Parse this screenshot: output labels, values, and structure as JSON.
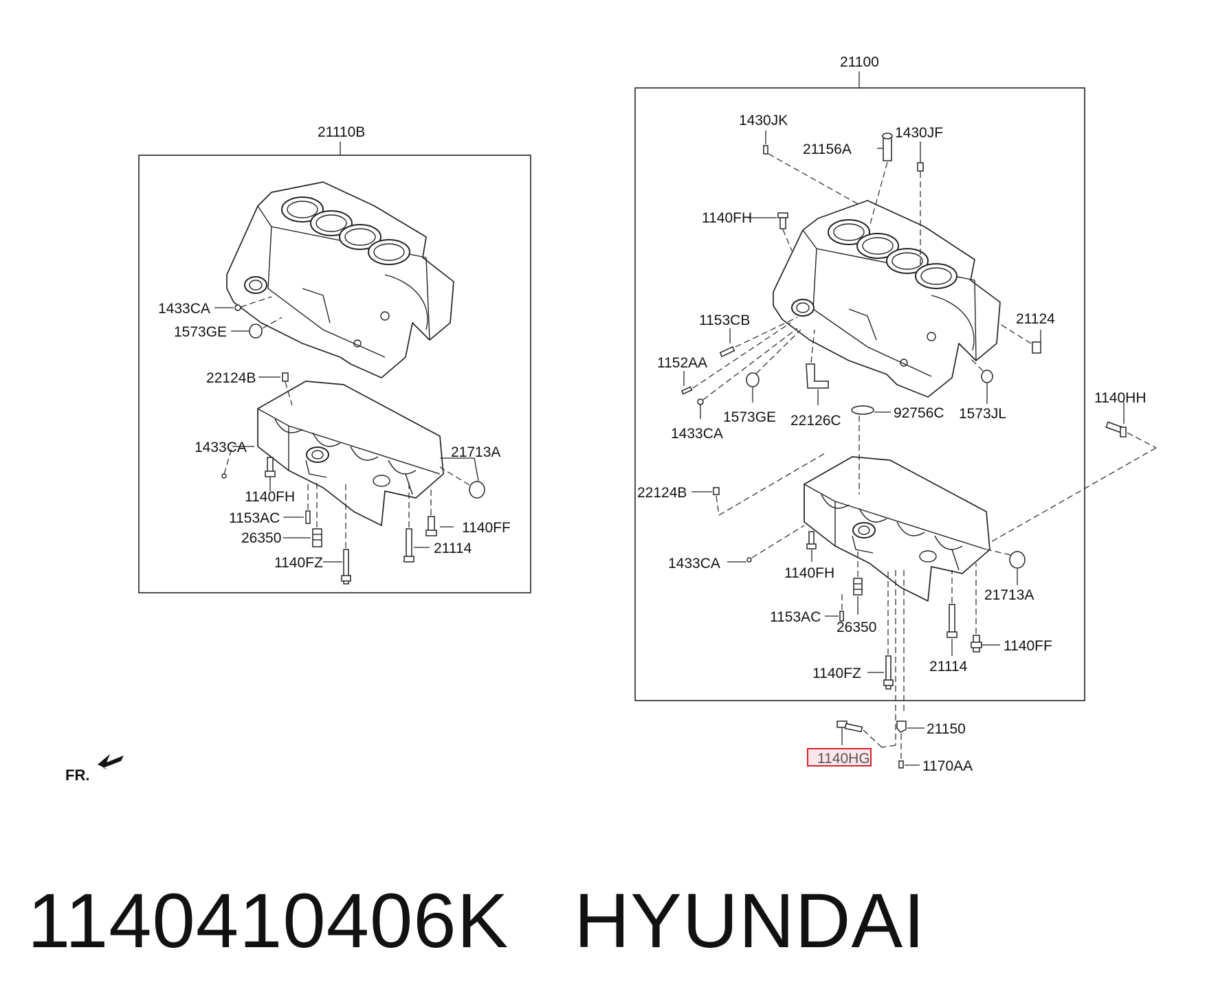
{
  "diagram": {
    "left_assembly": {
      "ref": "21110B",
      "labels": {
        "l_1433CA_a": "1433CA",
        "l_1573GE": "1573GE",
        "l_22124B": "22124B",
        "l_1433CA_b": "1433CA",
        "l_21713A": "21713A",
        "l_1140FH": "1140FH",
        "l_1153AC": "1153AC",
        "l_1140FF": "1140FF",
        "l_26350": "26350",
        "l_21114": "21114",
        "l_1140FZ": "1140FZ"
      }
    },
    "right_assembly": {
      "ref": "21100",
      "labels": {
        "r_1430JK": "1430JK",
        "r_1430JF": "1430JF",
        "r_21156A": "21156A",
        "r_1140FH_a": "1140FH",
        "r_1153CB": "1153CB",
        "r_21124": "21124",
        "r_1152AA": "1152AA",
        "r_1140HH": "1140HH",
        "r_92756C": "92756C",
        "r_1573GE": "1573GE",
        "r_22126C": "22126C",
        "r_1573JL": "1573JL",
        "r_1433CA_a": "1433CA",
        "r_22124B": "22124B",
        "r_1433CA_b": "1433CA",
        "r_1140FH_b": "1140FH",
        "r_21713A": "21713A",
        "r_1153AC": "1153AC",
        "r_26350": "26350",
        "r_1140FF": "1140FF",
        "r_21114": "21114",
        "r_1140FZ": "1140FZ",
        "r_21150": "21150",
        "r_1170AA": "1170AA"
      }
    },
    "highlighted_part": "1140HG",
    "front_marker": "FR.",
    "colors": {
      "highlight": "#d9202a",
      "ink": "#222222"
    }
  },
  "footer": {
    "part_number": "1140410406K",
    "brand": "HYUNDAI"
  }
}
